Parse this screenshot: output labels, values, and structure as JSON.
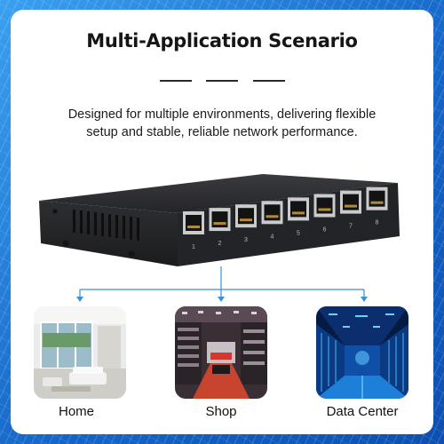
{
  "header": {
    "title": "Multi-Application Scenario",
    "subtitle_line1": "Designed for multiple environments, delivering flexible",
    "subtitle_line2": "setup and stable, reliable network performance."
  },
  "product": {
    "port_numbers": [
      "1",
      "2",
      "3",
      "4",
      "5",
      "6",
      "7",
      "8"
    ]
  },
  "scenarios": [
    {
      "label": "Home"
    },
    {
      "label": "Shop"
    },
    {
      "label": "Data Center"
    }
  ],
  "colors": {
    "background_accent": "#1d78d6",
    "connector": "#3a8fd8",
    "switch_body": "#2a2b2e"
  }
}
